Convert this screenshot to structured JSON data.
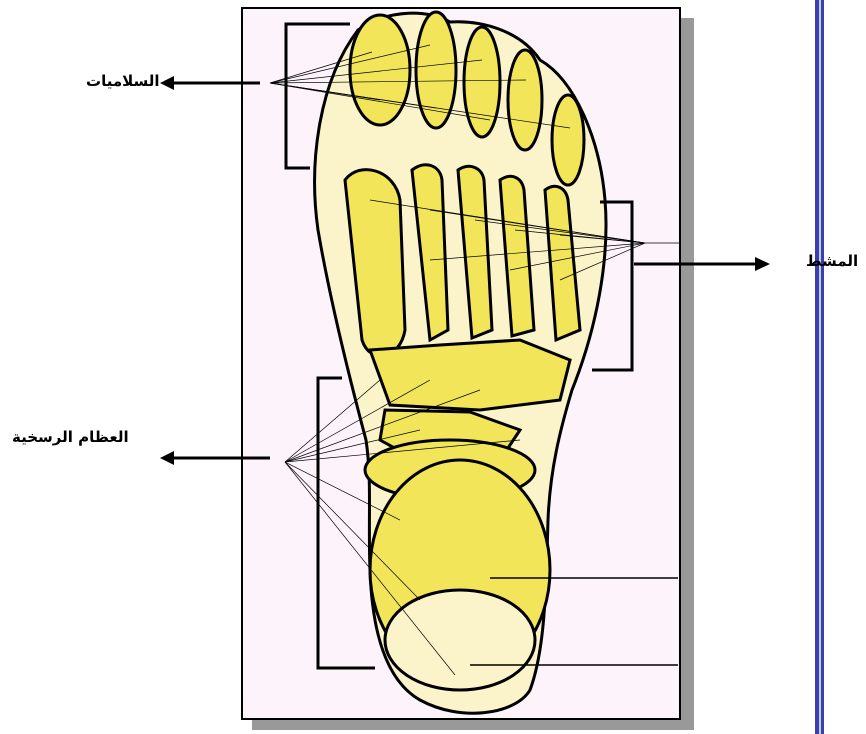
{
  "labels": {
    "phalanges": "السلاميات",
    "metatarsals": "المشط",
    "tarsals": "العظام الرسخية"
  },
  "colors": {
    "panel_background": "#fdf4fb",
    "panel_shadow": "#999999",
    "bone_fill": "#f2e55a",
    "ink": "#000000",
    "side_bar": "#3a3fb0"
  }
}
